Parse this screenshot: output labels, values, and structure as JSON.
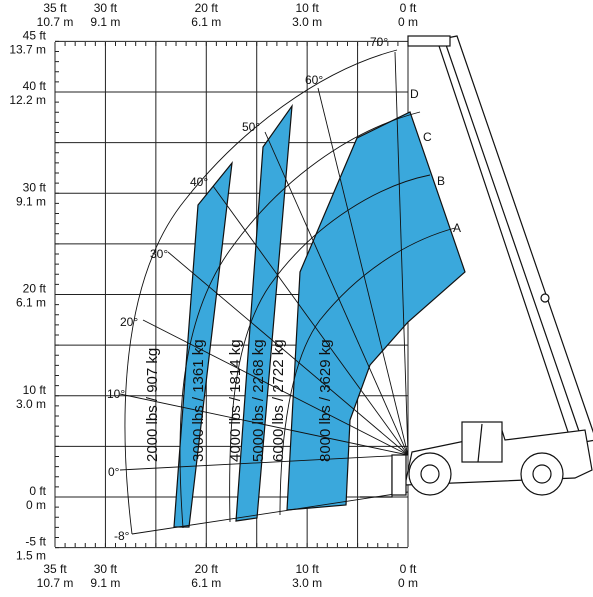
{
  "axes": {
    "x_top_ft": [
      "35 ft",
      "30 ft",
      "20 ft",
      "10 ft",
      "0 ft"
    ],
    "x_top_m": [
      "10.7 m",
      "9.1 m",
      "6.1 m",
      "3.0 m",
      "0 m"
    ],
    "x_bottom_ft": [
      "35 ft",
      "30 ft",
      "20 ft",
      "10 ft",
      "0 ft"
    ],
    "x_bottom_m": [
      "10.7 m",
      "9.1 m",
      "6.1 m",
      "3.0 m",
      "0 m"
    ],
    "y_ft": [
      "45 ft",
      "40 ft",
      "30 ft",
      "20 ft",
      "10 ft",
      "0 ft",
      "-5 ft"
    ],
    "y_m": [
      "13.7 m",
      "12.2 m",
      "9.1 m",
      "6.1 m",
      "3.0 m",
      "0 m",
      "1.5 m"
    ]
  },
  "angles": [
    "70°",
    "60°",
    "50°",
    "40°",
    "30°",
    "20°",
    "10°",
    "0°",
    "-8°"
  ],
  "extension_marks": [
    "D",
    "C",
    "B",
    "A"
  ],
  "capacity_zones": [
    {
      "label": "2000 lbs / 907 kg"
    },
    {
      "label": "3000 lbs / 1361 kg"
    },
    {
      "label": "4000 lbs / 1814 kg"
    },
    {
      "label": "5000 lbs / 2268 kg"
    },
    {
      "label": "6000 lbs / 2722 kg"
    },
    {
      "label": "8000 lbs / 3629 kg"
    }
  ],
  "colors": {
    "zone_fill": "#3aa8dc",
    "grid": "#222222",
    "line": "#111111"
  },
  "icons": {
    "machine": "telehandler-icon"
  }
}
